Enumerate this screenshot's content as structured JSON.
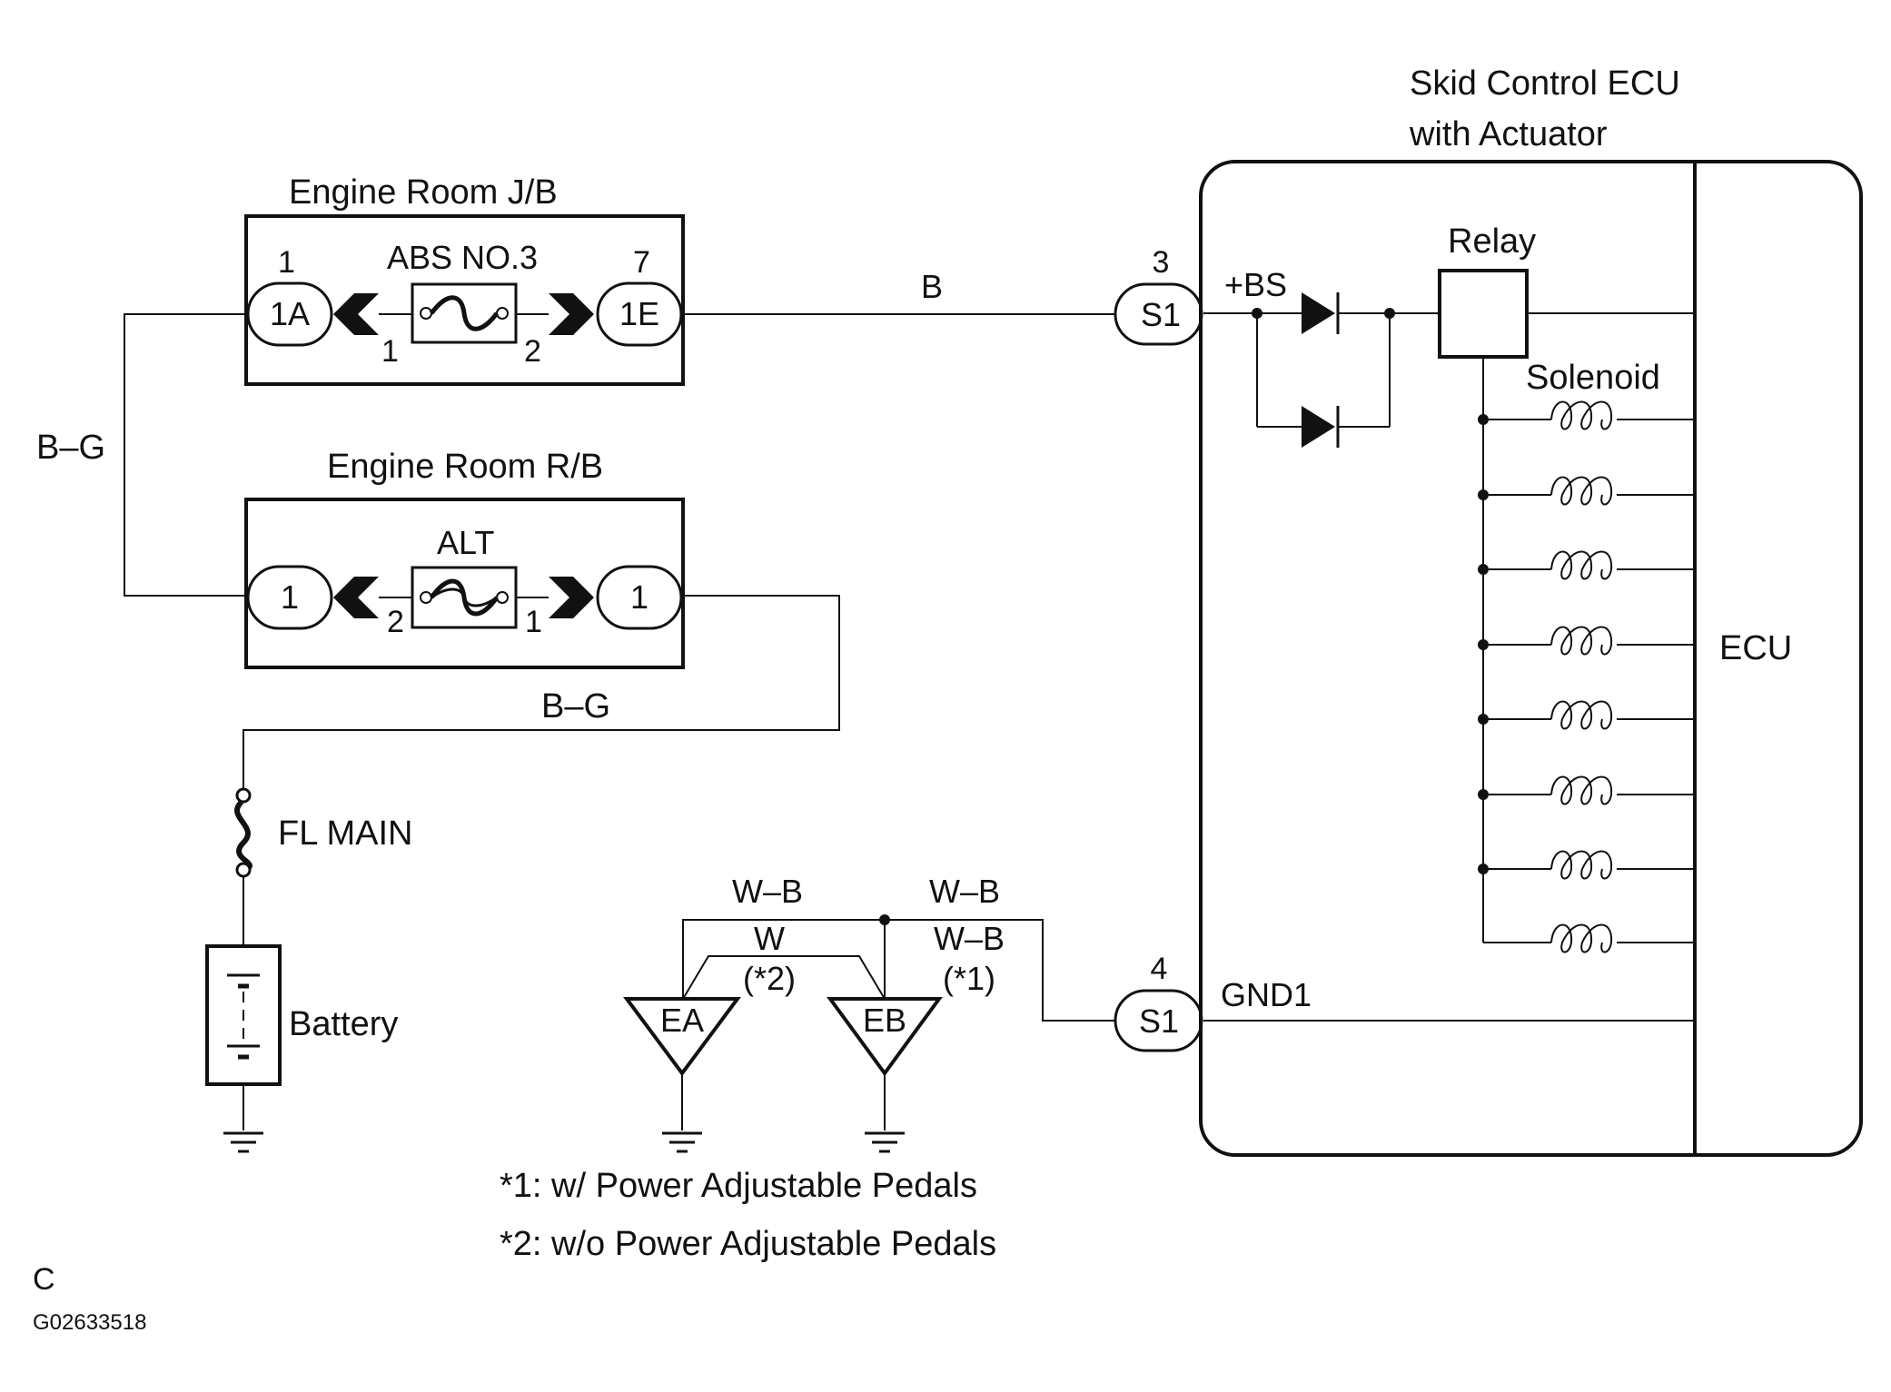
{
  "colors": {
    "line": "#111111",
    "background": "#ffffff"
  },
  "ecu": {
    "title_line1": "Skid Control ECU",
    "title_line2": "with Actuator",
    "relay_label": "Relay",
    "solenoid_label": "Solenoid",
    "bs_label": "+BS",
    "gnd_label": "GND1",
    "ecu_label": "ECU"
  },
  "jb": {
    "title": "Engine Room J/B",
    "fuse_label": "ABS NO.3",
    "left_pin_top": "1",
    "right_pin_top": "7",
    "left_connector": "1A",
    "right_connector": "1E",
    "fuse_pin_left": "1",
    "fuse_pin_right": "2"
  },
  "rb": {
    "title": "Engine Room R/B",
    "fuse_label": "ALT",
    "left_connector": "1",
    "right_connector": "1",
    "fuse_pin_left": "2",
    "fuse_pin_right": "1"
  },
  "connectors": {
    "s1_top_pin": "3",
    "s1_top_label": "S1",
    "s1_bottom_pin": "4",
    "s1_bottom_label": "S1"
  },
  "wires": {
    "b": "B",
    "bg_left": "B–G",
    "bg_bottom": "B–G",
    "wb_left": "W–B",
    "wb_right": "W–B",
    "w": "W",
    "note2": "(*2)",
    "wb_lower": "W–B",
    "note1": "(*1)"
  },
  "power": {
    "fl_main": "FL MAIN",
    "battery": "Battery"
  },
  "grounds": {
    "ea": "EA",
    "eb": "EB"
  },
  "notes": {
    "note1": "*1: w/ Power Adjustable Pedals",
    "note2": "*2: w/o Power Adjustable Pedals"
  },
  "footer": {
    "letter": "C",
    "code": "G02633518"
  }
}
